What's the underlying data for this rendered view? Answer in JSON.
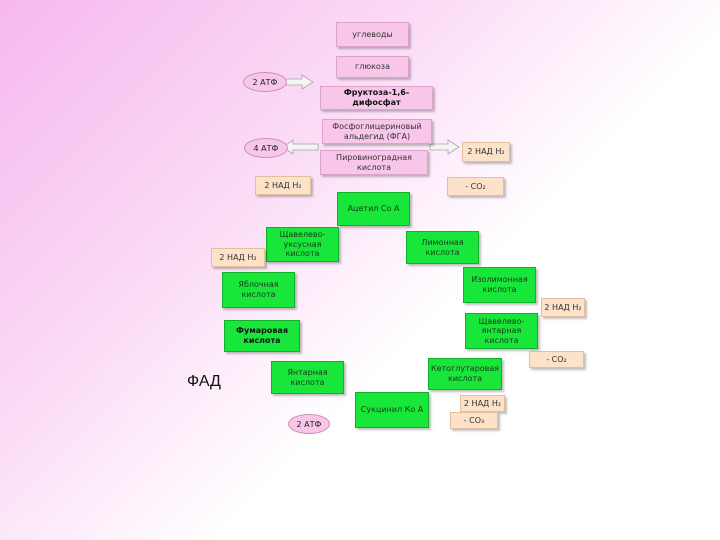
{
  "diagram": {
    "pathway": {
      "carbohydrates": "углеводы",
      "glucose": "глюкоза",
      "fructose_bisphosphate": "Фруктоза-1,6-дифосфат",
      "phosphoglyceraldehyde": "Фосфоглицериновый альдегид (ФГА)",
      "pyruvic_acid": "Пировиноградная кислота",
      "acetyl_coa": "Ацетил Со А"
    },
    "energy": {
      "atp_input": "2 АТФ",
      "atp_output": "4 АТФ",
      "nadh_1": "2 НАД Н₂",
      "nadh_2": "2 НАД Н₂",
      "co2_1": "- CO₂",
      "nadh_3": "2 НАД Н₂",
      "nadh_4": "2 НАД Н₂",
      "co2_2": "- CO₂",
      "nadh_5": "2 НАД Н₂",
      "co2_3": "- CO₃",
      "atp_cycle": "2 АТФ",
      "fad": "ФАД"
    },
    "cycle": {
      "oxaloacetic": "Щавелево-уксусная кислота",
      "citric": "Лимонная кислота",
      "isocitric": "Изолимонная кислота",
      "oxalosuccinic": "Щавелево-янтарная кислота",
      "ketoglutaric": "Кетоглутаровая кислота",
      "succinyl_coa": "Сукцинил Ко А",
      "succinic": "Янтарная кислота",
      "fumaric": "Фумаровая кислота",
      "malic": "Яблочная кислота"
    }
  }
}
